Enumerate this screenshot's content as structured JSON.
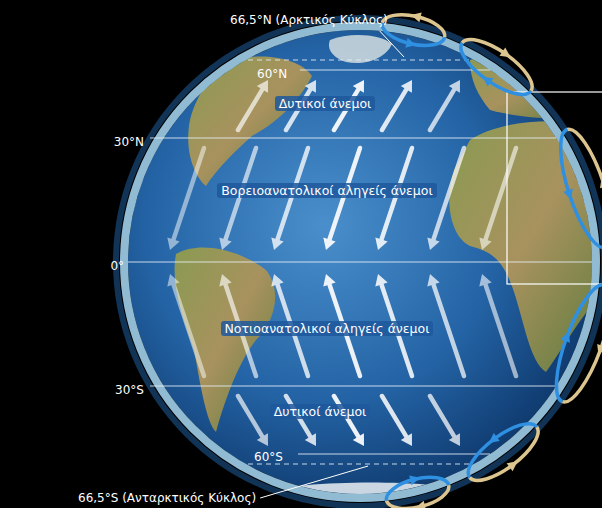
{
  "diagram": {
    "labels": [
      "66,5°N (Αρκτικός Κύκλος)",
      "60°N",
      "Δυτικοί άνεμοι",
      "30°N",
      "Βορειοανατολικοί αληγείς άνεμοι",
      "0°",
      "Νοτιοανατολικοί αληγείς άνεμοι",
      "30°S",
      "Δυτικοί άνεμοι",
      "60°S",
      "66,5°S (Ανταρκτικός Κύκλος)"
    ]
  }
}
